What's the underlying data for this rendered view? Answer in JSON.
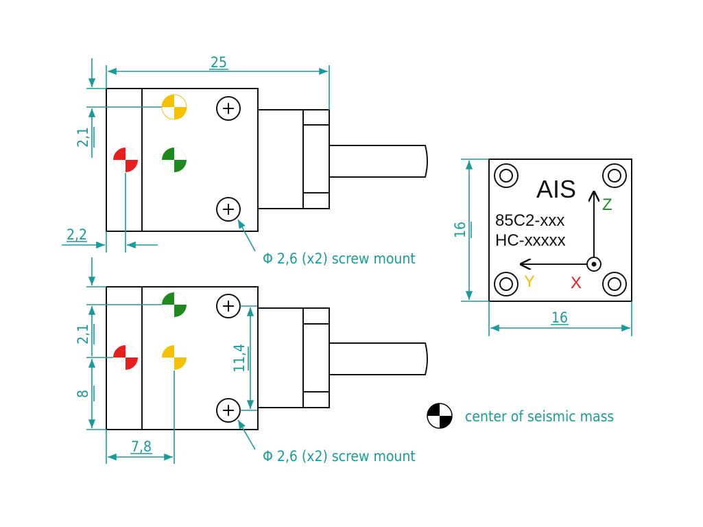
{
  "top_view": {
    "dim_width": "25",
    "dim_vertical": "2,1",
    "dim_horizontal": "2,2",
    "screw_note": "Φ 2,6 (x2) screw mount"
  },
  "bottom_view": {
    "dim_vertical_top": "2,1",
    "dim_vertical_bottom": "8",
    "dim_horizontal": "7,8",
    "dim_hole_spacing": "11,4",
    "screw_note": "Φ 2,6 (x2) screw mount"
  },
  "face_view": {
    "brand": "AIS",
    "model": "85C2-xxx",
    "serial": "HC-xxxxx",
    "axis_z": "Z",
    "axis_y": "Y",
    "axis_x": "X",
    "dim_height": "16",
    "dim_width": "16"
  },
  "legend": {
    "text": "center of seismic mass",
    "icon": "seismic-mass-icon"
  },
  "colors": {
    "dimension": "#1a9b9b",
    "red": "#e81e1e",
    "yellow": "#f5c000",
    "green": "#1e8a1e",
    "outline": "#111111"
  }
}
